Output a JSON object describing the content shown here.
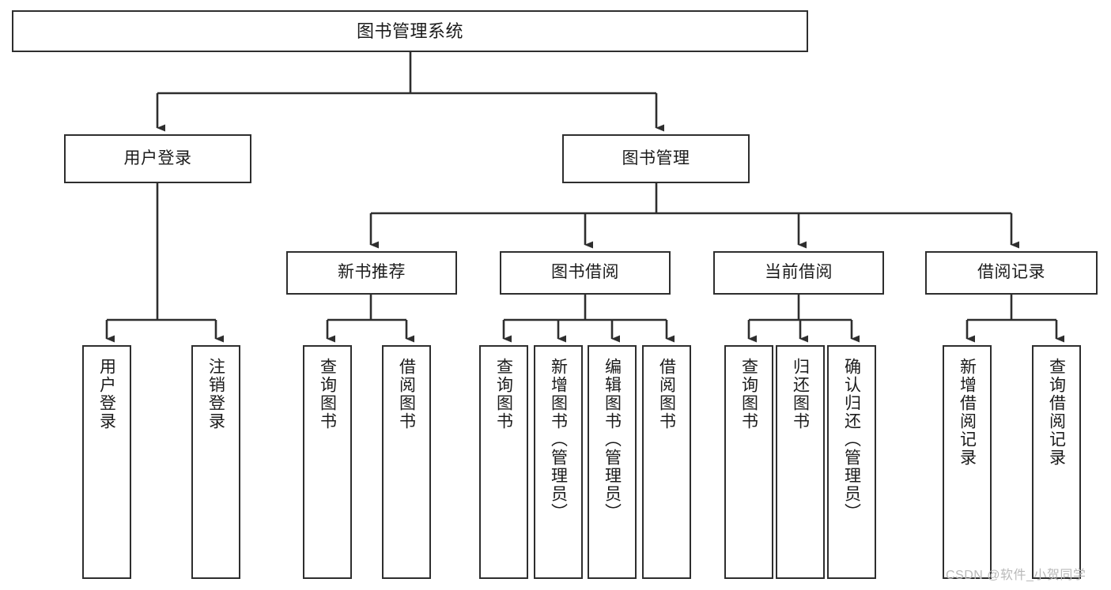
{
  "diagram": {
    "title": "图书管理系统",
    "type": "tree-hierarchy-chart",
    "watermark": "CSDN @软件_小贺同学",
    "colors": {
      "box_border": "#2e2e2e",
      "box_fill": "#ffffff",
      "edge": "#2e2e2e",
      "text": "#1b1b1b",
      "watermark": "#b9b9b9",
      "background": "#ffffff"
    },
    "levels": {
      "root": {
        "label": "图书管理系统"
      },
      "level2": [
        {
          "id": "user-login",
          "label": "用户登录"
        },
        {
          "id": "book-manage",
          "label": "图书管理"
        }
      ],
      "level3": [
        {
          "id": "new-book-recommend",
          "label": "新书推荐"
        },
        {
          "id": "book-borrow",
          "label": "图书借阅"
        },
        {
          "id": "current-borrow",
          "label": "当前借阅"
        },
        {
          "id": "borrow-record",
          "label": "借阅记录"
        }
      ],
      "leaves": {
        "user-login": [
          {
            "id": "leaf-user-login",
            "label": "用户登录"
          },
          {
            "id": "leaf-logout-login",
            "label": "注销登录"
          }
        ],
        "new-book-recommend": [
          {
            "id": "leaf-query-book-1",
            "label": "查询图书"
          },
          {
            "id": "leaf-borrow-book-1",
            "label": "借阅图书"
          }
        ],
        "book-borrow": [
          {
            "id": "leaf-query-book-2",
            "label": "查询图书"
          },
          {
            "id": "leaf-add-book",
            "label": "新增图书（管理员）"
          },
          {
            "id": "leaf-edit-book",
            "label": "编辑图书（管理员）"
          },
          {
            "id": "leaf-borrow-book-2",
            "label": "借阅图书"
          }
        ],
        "current-borrow": [
          {
            "id": "leaf-query-book-3",
            "label": "查询图书"
          },
          {
            "id": "leaf-return-book",
            "label": "归还图书"
          },
          {
            "id": "leaf-confirm-return",
            "label": "确认归还（管理员）"
          }
        ],
        "borrow-record": [
          {
            "id": "leaf-add-record",
            "label": "新增借阅记录"
          },
          {
            "id": "leaf-query-record",
            "label": "查询借阅记录"
          }
        ]
      }
    }
  }
}
